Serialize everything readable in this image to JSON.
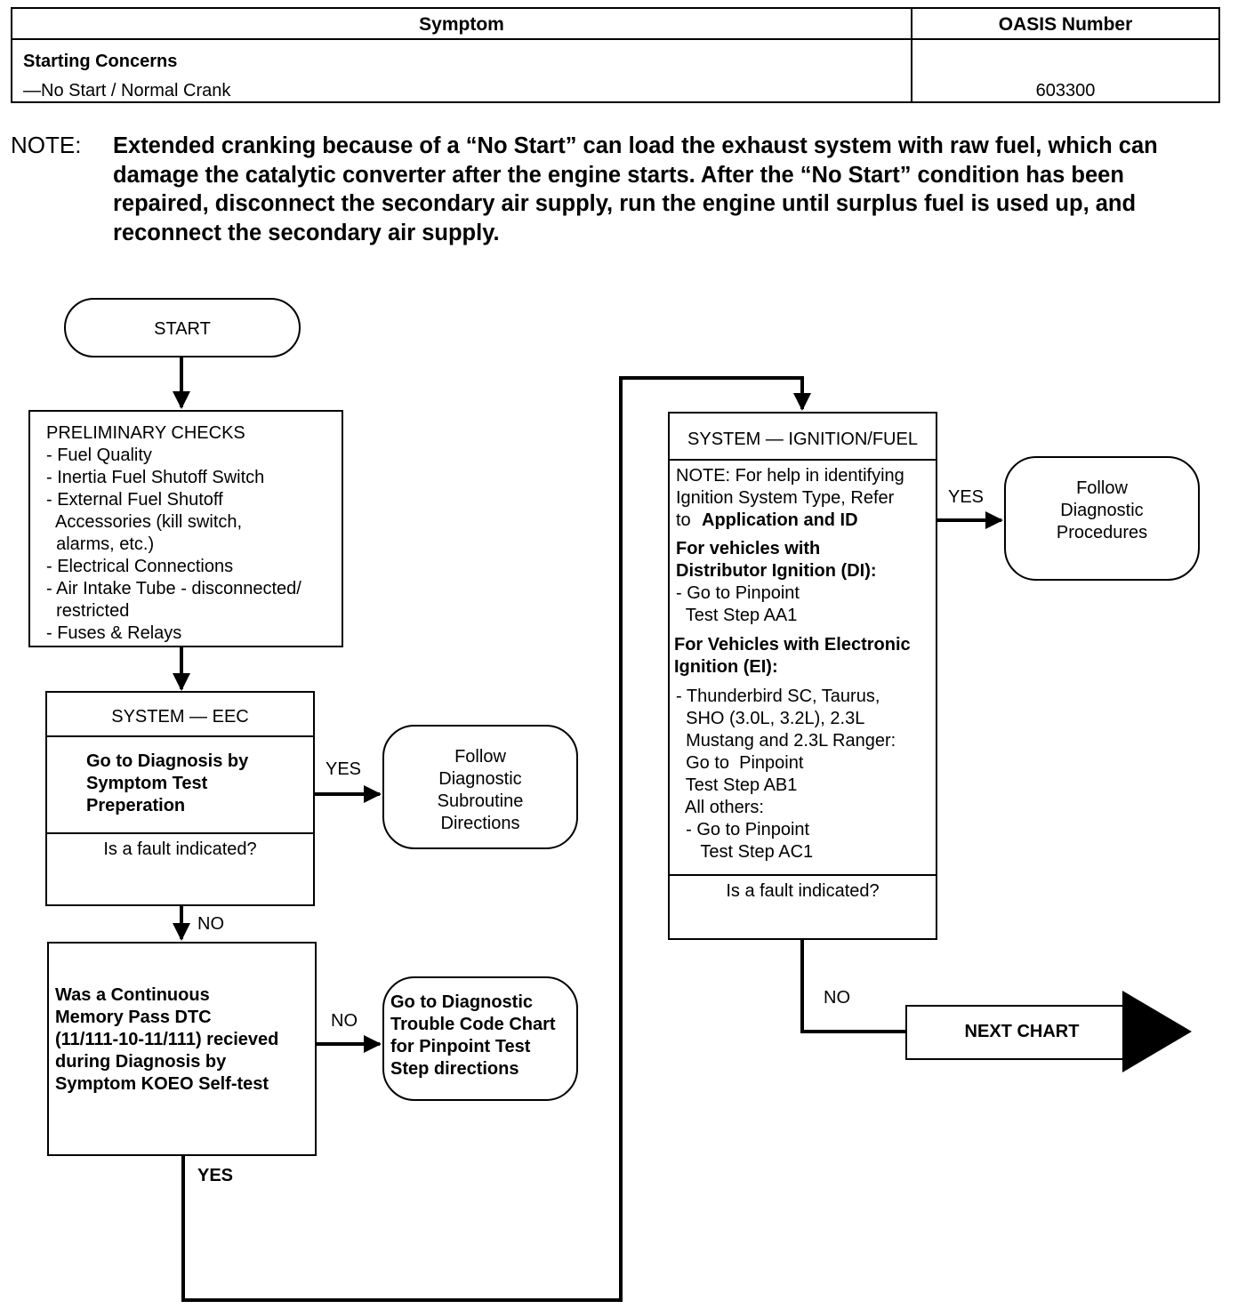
{
  "table": {
    "header_symptom": "Symptom",
    "header_oasis": "OASIS Number",
    "category": "Starting Concerns",
    "symptom": "—No Start / Normal Crank",
    "oasis_number": "603300"
  },
  "note": {
    "label": "NOTE:",
    "text": "Extended cranking because of a “No Start” can load the exhaust system with raw fuel, which can damage the catalytic converter after the engine starts. After the “No Start” condition has been repaired, disconnect the secondary air supply, run the engine until surplus fuel is used up, and reconnect the secondary air supply."
  },
  "flow": {
    "start": "START",
    "preliminary": {
      "title": "PRELIMINARY CHECKS",
      "items": [
        "- Fuel Quality",
        "- Inertia Fuel Shutoff Switch",
        "- External Fuel Shutoff",
        "  Accessories (kill switch,",
        "  alarms, etc.)",
        "- Electrical Connections",
        "- Air Intake Tube - disconnected/",
        "  restricted",
        "- Fuses & Relays"
      ]
    },
    "eec": {
      "title": "SYSTEM — EEC",
      "body": [
        "Go to Diagnosis by",
        "Symptom Test",
        "Preperation"
      ],
      "question": "Is a fault indicated?"
    },
    "eec_yes_label": "YES",
    "eec_yes_target": [
      "Follow",
      "Diagnostic",
      "Subroutine",
      "Directions"
    ],
    "eec_no_label": "NO",
    "dtc_question": [
      "Was a Continuous",
      "Memory Pass DTC",
      "(11/111-10-11/111) recieved",
      "during Diagnosis by",
      "Symptom KOEO Self-test"
    ],
    "dtc_no_label": "NO",
    "dtc_no_target": [
      "Go to Diagnostic",
      "Trouble Code Chart",
      "for Pinpoint Test",
      "Step directions"
    ],
    "dtc_yes_label": "YES",
    "ign": {
      "title": "SYSTEM — IGNITION/FUEL",
      "note": [
        "NOTE: For help in identifying",
        "Ignition System Type, Refer",
        "to "
      ],
      "note_bold": "Application and ID",
      "di_head": [
        "For vehicles with",
        "Distributor Ignition (DI):"
      ],
      "di_items": [
        "- Go to Pinpoint",
        "  Test Step AA1"
      ],
      "ei_head": [
        "For Vehicles with Electronic",
        "Ignition (EI):"
      ],
      "ei_items": [
        "- Thunderbird SC, Taurus,",
        "  SHO (3.0L, 3.2L), 2.3L",
        "  Mustang and 2.3L Ranger:",
        "  Go to  Pinpoint",
        "  Test Step AB1",
        "  All others:",
        "  - Go to Pinpoint",
        "     Test Step AC1"
      ],
      "question": "Is a fault indicated?"
    },
    "ign_yes_label": "YES",
    "ign_yes_target": [
      "Follow",
      "Diagnostic",
      "Procedures"
    ],
    "ign_no_label": "NO",
    "next_chart": "NEXT CHART"
  }
}
